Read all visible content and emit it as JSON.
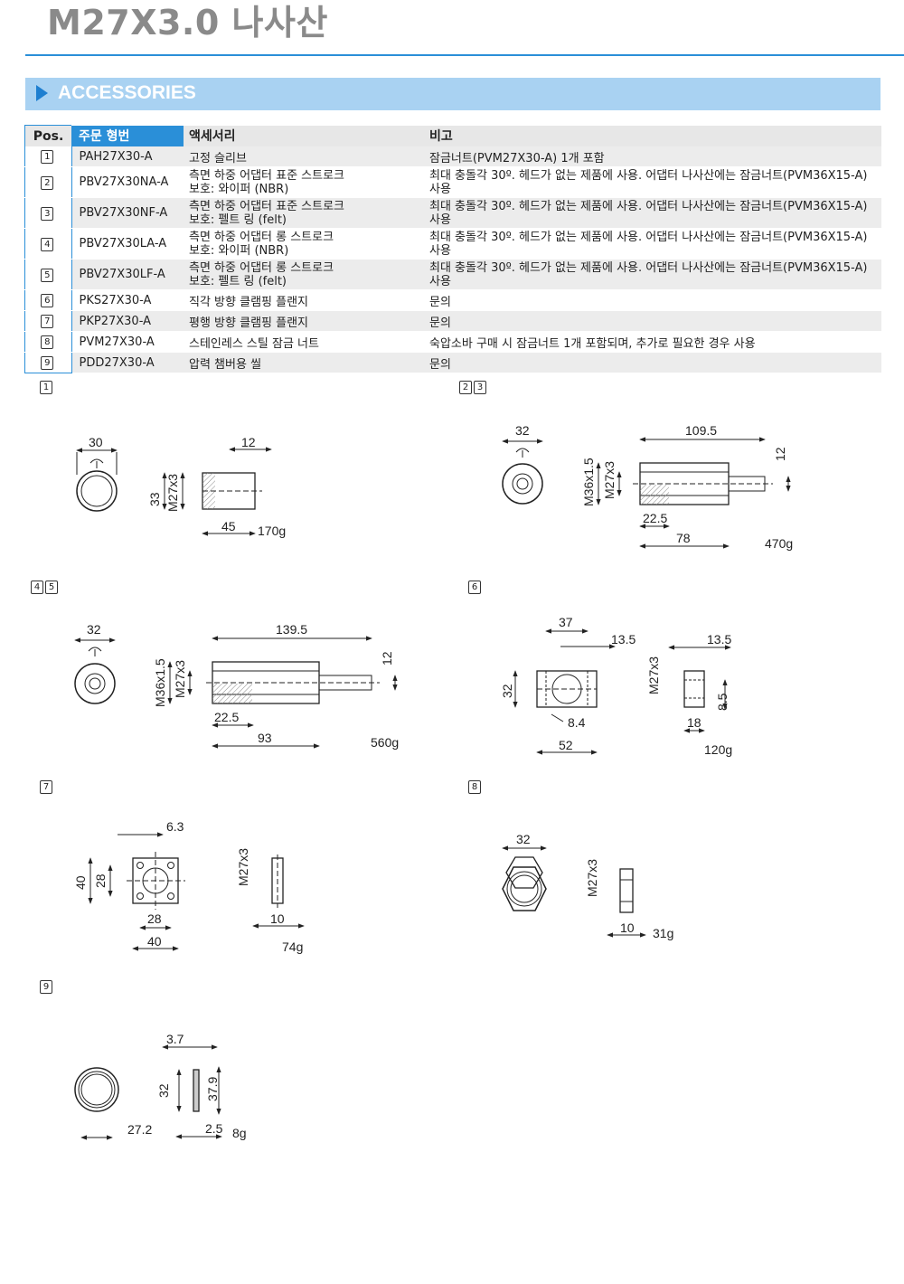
{
  "header": {
    "title": "M27X3.0 나사산"
  },
  "section": {
    "title": "ACCESSORIES"
  },
  "table": {
    "headers": {
      "pos": "Pos.",
      "order": "주문 형번",
      "accessory": "액세서리",
      "note": "비고"
    },
    "rows": [
      {
        "pos": "1",
        "order": "PAH27X30-A",
        "accessory": "고정 슬리브",
        "note": "잠금너트(PVM27X30-A) 1개 포함"
      },
      {
        "pos": "2",
        "order": "PBV27X30NA-A",
        "accessory": "측면 하중 어댑터 표준 스트로크\n보호: 와이퍼 (NBR)",
        "note": "최대 충돌각 30º. 헤드가 없는 제품에 사용. 어댑터 나사산에는 잠금너트(PVM36X15-A) 사용"
      },
      {
        "pos": "3",
        "order": "PBV27X30NF-A",
        "accessory": "측면 하중 어댑터 표준 스트로크\n보호: 펠트 링 (felt)",
        "note": "최대 충돌각 30º. 헤드가 없는 제품에 사용. 어댑터 나사산에는 잠금너트(PVM36X15-A) 사용"
      },
      {
        "pos": "4",
        "order": "PBV27X30LA-A",
        "accessory": "측면 하중 어댑터 롱 스트로크\n보호: 와이퍼 (NBR)",
        "note": "최대 충돌각 30º. 헤드가 없는 제품에 사용. 어댑터 나사산에는 잠금너트(PVM36X15-A) 사용"
      },
      {
        "pos": "5",
        "order": "PBV27X30LF-A",
        "accessory": "측면 하중 어댑터 롱 스트로크\n보호: 펠트 링 (felt)",
        "note": "최대 충돌각 30º. 헤드가 없는 제품에 사용. 어댑터 나사산에는 잠금너트(PVM36X15-A) 사용"
      },
      {
        "pos": "6",
        "order": "PKS27X30-A",
        "accessory": "직각 방향 클램핑 플랜지",
        "note": "문의"
      },
      {
        "pos": "7",
        "order": "PKP27X30-A",
        "accessory": "평행 방향 클램핑 플랜지",
        "note": "문의"
      },
      {
        "pos": "8",
        "order": "PVM27X30-A",
        "accessory": "스테인레스 스틸 잠금 너트",
        "note": "숙압소바 구매 시 잠금너트 1개 포함되며, 추가로 필요한 경우 사용"
      },
      {
        "pos": "9",
        "order": "PDD27X30-A",
        "accessory": "압력 챔버용 씰",
        "note": "문의"
      }
    ]
  },
  "drawings": {
    "d1": {
      "tag": [
        "1"
      ],
      "a": "30",
      "b": "12",
      "c": "33",
      "d": "M27x3",
      "e": "45",
      "w": "170g"
    },
    "d23": {
      "tag": [
        "2",
        "3"
      ],
      "a": "32",
      "b": "109.5",
      "c": "M36x1.5",
      "d": "M27x3",
      "e": "12",
      "f": "22.5",
      "g": "78",
      "w": "470g"
    },
    "d45": {
      "tag": [
        "4",
        "5"
      ],
      "a": "32",
      "b": "139.5",
      "c": "M36x1.5",
      "d": "M27x3",
      "e": "12",
      "f": "22.5",
      "g": "93",
      "w": "560g"
    },
    "d6": {
      "tag": [
        "6"
      ],
      "a": "37",
      "b": "13.5",
      "c": "32",
      "d": "8.4",
      "e": "52",
      "f": "M27x3",
      "g": "13.5",
      "h": "8.5",
      "i": "18",
      "w": "120g"
    },
    "d7": {
      "tag": [
        "7"
      ],
      "a": "6.3",
      "b": "40",
      "c": "28",
      "d": "28",
      "e": "40",
      "f": "M27x3",
      "g": "10",
      "w": "74g"
    },
    "d8": {
      "tag": [
        "8"
      ],
      "a": "32",
      "b": "M27x3",
      "c": "10",
      "w": "31g"
    },
    "d9": {
      "tag": [
        "9"
      ],
      "a": "3.7",
      "b": "32",
      "c": "37.9",
      "d": "27.2",
      "e": "2.5",
      "w": "8g"
    }
  }
}
